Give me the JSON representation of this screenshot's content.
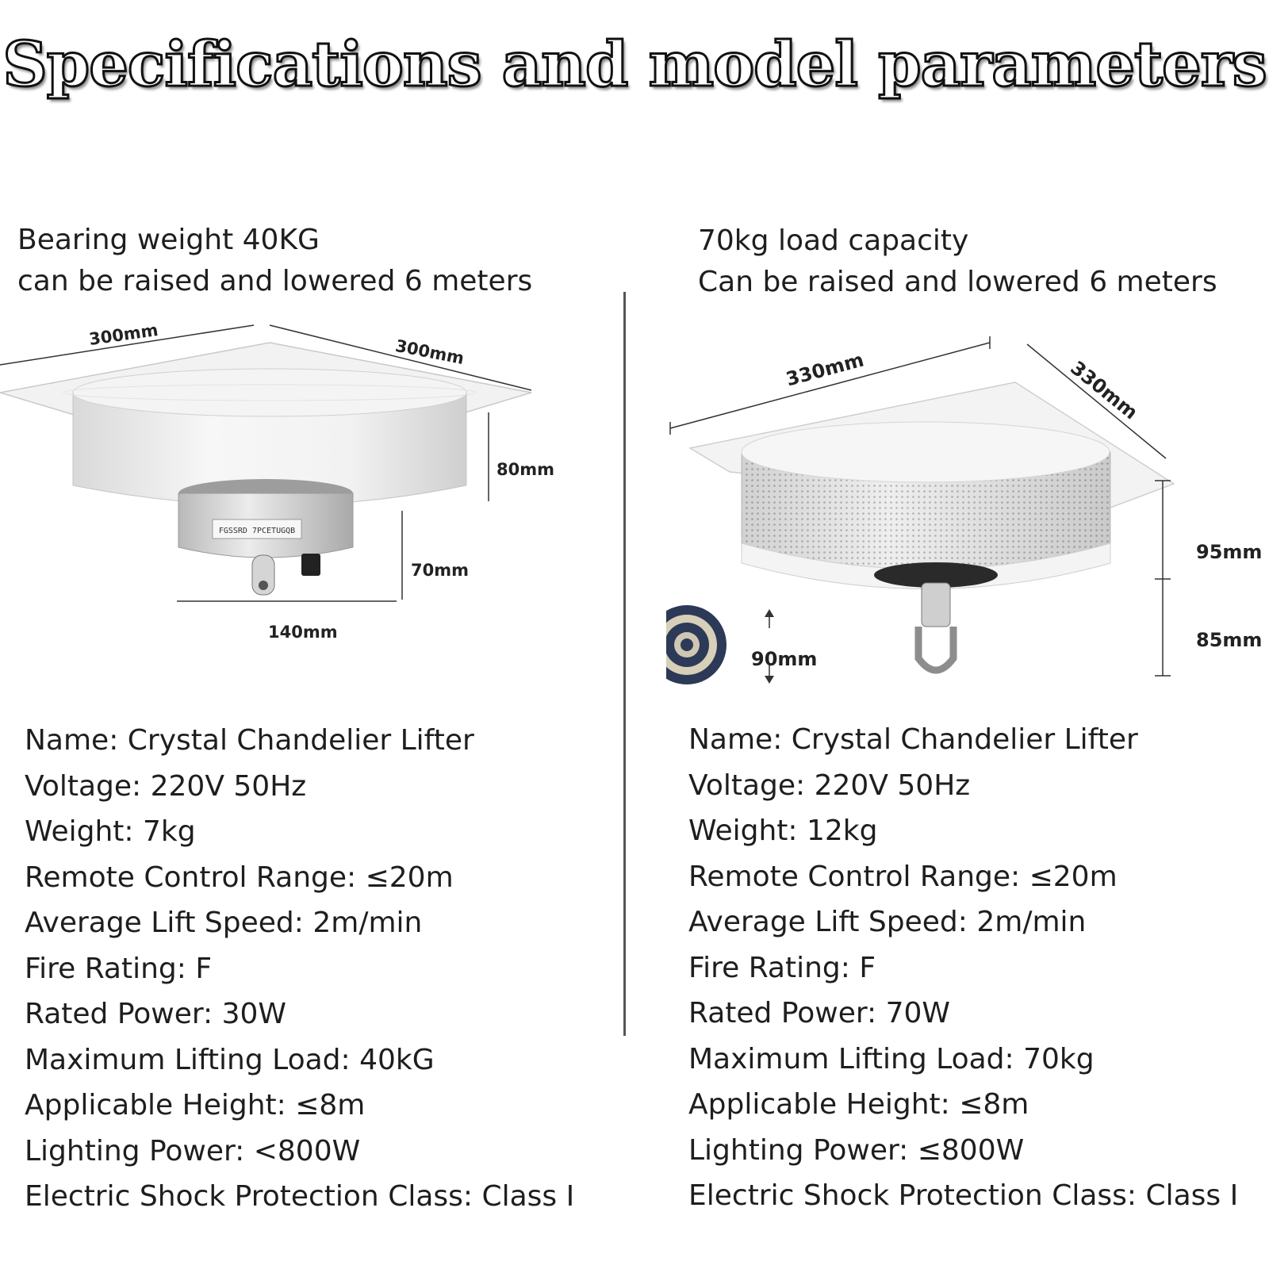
{
  "title": "Specifications and model parameters",
  "left": {
    "intro": [
      "Bearing weight 40KG",
      "can be raised and lowered 6 meters"
    ],
    "dims": {
      "width_a": "300mm",
      "width_b": "300mm",
      "body_height": "80mm",
      "motor_height": "70mm",
      "motor_width": "140mm"
    },
    "label_text": "FGSSRD 7PCETUGQB",
    "specs": [
      "Name: Crystal Chandelier Lifter",
      "Voltage: 220V 50Hz",
      "Weight: 7kg",
      "Remote Control Range: ≤20m",
      "Average Lift Speed: 2m/min",
      "Fire Rating: F",
      "Rated Power: 30W",
      "Maximum Lifting Load: 40kG",
      "Applicable Height: ≤8m",
      "Lighting Power: <800W",
      "Electric Shock Protection Class: Class I"
    ]
  },
  "right": {
    "intro": [
      "70kg load capacity",
      "Can be raised and lowered 6 meters"
    ],
    "dims": {
      "width_a": "330mm",
      "width_b": "330mm",
      "body_height": "95mm",
      "hook_height": "85mm",
      "ring_size": "90mm"
    },
    "specs": [
      "Name: Crystal Chandelier Lifter",
      "Voltage: 220V 50Hz",
      "Weight: 12kg",
      "Remote Control Range: ≤20m",
      "Average Lift Speed: 2m/min",
      "Fire Rating: F",
      "Rated Power: 70W",
      "Maximum Lifting Load: 70kg",
      "Applicable Height: ≤8m",
      "Lighting Power: ≤800W",
      "Electric Shock Protection Class: Class I"
    ]
  }
}
